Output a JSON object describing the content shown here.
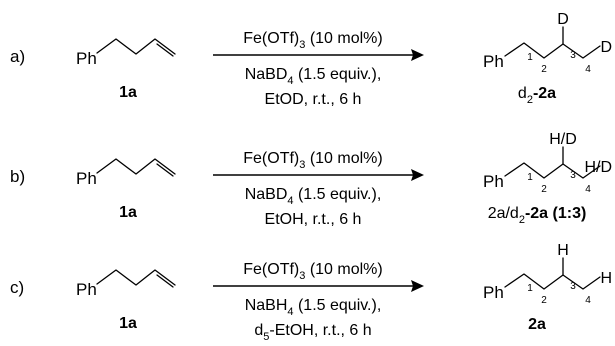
{
  "rows": [
    {
      "label": "a)",
      "substrate": "1a",
      "above": {
        "main": "Fe(OTf)",
        "sub": "3",
        "rest": " (10 mol%)"
      },
      "line1": {
        "main": "NaBD",
        "sub": "4",
        "rest": " (1.5 equiv.),"
      },
      "line2": {
        "pre": "",
        "sub": "",
        "rest": "EtOD, r.t., 6 h"
      },
      "product": {
        "pre": "d",
        "sub": "2",
        "bold": "-2a",
        "tail": ""
      },
      "h3": "D",
      "h4": "D"
    },
    {
      "label": "b)",
      "substrate": "1a",
      "above": {
        "main": "Fe(OTf)",
        "sub": "3",
        "rest": " (10 mol%)"
      },
      "line1": {
        "main": "NaBD",
        "sub": "4",
        "rest": " (1.5 equiv.),"
      },
      "line2": {
        "pre": "",
        "sub": "",
        "rest": "EtOH, r.t., 6 h"
      },
      "product": {
        "pre": "2a/d",
        "sub": "2",
        "bold": "-2a",
        "tail": " (1:3)"
      },
      "h3": "H/D",
      "h4": "H/D"
    },
    {
      "label": "c)",
      "substrate": "1a",
      "above": {
        "main": "Fe(OTf)",
        "sub": "3",
        "rest": " (10 mol%)"
      },
      "line1": {
        "main": "NaBH",
        "sub": "4",
        "rest": " (1.5 equiv.),"
      },
      "line2": {
        "pre": "d",
        "sub": "5",
        "rest": "-EtOH, r.t., 6 h"
      },
      "product": {
        "pre": "",
        "sub": "",
        "bold": "2a",
        "tail": ""
      },
      "h3": "H",
      "h4": "H"
    }
  ],
  "ph": "Ph",
  "locants": [
    "1",
    "2",
    "3",
    "4"
  ]
}
